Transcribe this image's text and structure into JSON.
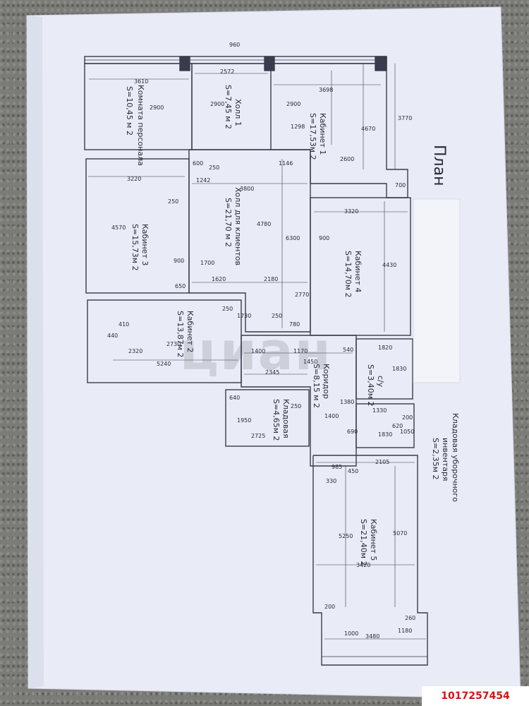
{
  "plan_title": "План",
  "rooms": {
    "room_personnel": "Комната персонала",
    "room_personnel_area": "S=10,45 м 2",
    "hall1": "Холл 1",
    "hall1_area": "S=7,45 м 2",
    "office1": "Кабинет 1",
    "office1_area": "S=17,53м 2",
    "office3": "Кабинет 3",
    "office3_area": "S=15,73м 2",
    "hall_clients": "Холл для клиентов",
    "hall_clients_area": "S=21,70 м 2",
    "office4": "Кабинет 4",
    "office4_area": "S=14,70м 2",
    "office2": "Кабинет 2",
    "office2_area": "S=13,87м 2",
    "corridor": "Коридор",
    "corridor_area": "S=8,15 м 2",
    "wc": "с/у",
    "wc_area": "S=3,40м 2",
    "storage": "Кладовая",
    "storage_area": "S=4,65м 2",
    "storage_inventory_1": "Кладовая уборочного",
    "storage_inventory_2": "инвентаря",
    "storage_inventory_area": "S=2,35м 2",
    "office5": "Кабинет 5",
    "office5_area": "S=21,40м 2"
  },
  "dimensions": {
    "d960": "960",
    "d3610": "3610",
    "d2572": "2572",
    "d3698": "3698",
    "d3770": "3770",
    "d2900a": "2900",
    "d2900b": "2900",
    "d2900c": "2900",
    "d4670": "4670",
    "d1298": "1298",
    "d1146": "1146",
    "d2600": "2600",
    "d700": "700",
    "d600": "600",
    "d250a": "250",
    "d1242": "1242",
    "d3220": "3220",
    "d3800": "3800",
    "d250b": "250",
    "d4570": "4570",
    "d4780": "4780",
    "d6300": "6300",
    "d3320": "3320",
    "d900a": "900",
    "d4430": "4430",
    "d1700": "1700",
    "d900b": "900",
    "d1620": "1620",
    "d2180": "2180",
    "d650": "650",
    "d2770": "2770",
    "d250c": "250",
    "d1730": "1730",
    "d250d": "250",
    "d780": "780",
    "d410": "410",
    "d440": "440",
    "d2730": "2730",
    "d2320": "2320",
    "d5240": "5240",
    "d1400a": "1400",
    "d1170": "1170",
    "d1450": "1450",
    "d540": "540",
    "d1820": "1820",
    "d1830a": "1830",
    "d2345": "2345",
    "d640": "640",
    "d1380": "1380",
    "d1330": "1330",
    "d200a": "200",
    "d1950": "1950",
    "d1400b": "1400",
    "d250e": "250",
    "d1050": "1050",
    "d620": "620",
    "d690": "690",
    "d2725": "2725",
    "d1830b": "1830",
    "d985": "985",
    "d2105": "2105",
    "d450": "450",
    "d330": "330",
    "d5250": "5250",
    "d5070": "5070",
    "d3420": "3420",
    "d200b": "200",
    "d260": "260",
    "d1000": "1000",
    "d3480": "3480",
    "d1180": "1180"
  },
  "watermark": "циан",
  "listing_id": "1017257454"
}
